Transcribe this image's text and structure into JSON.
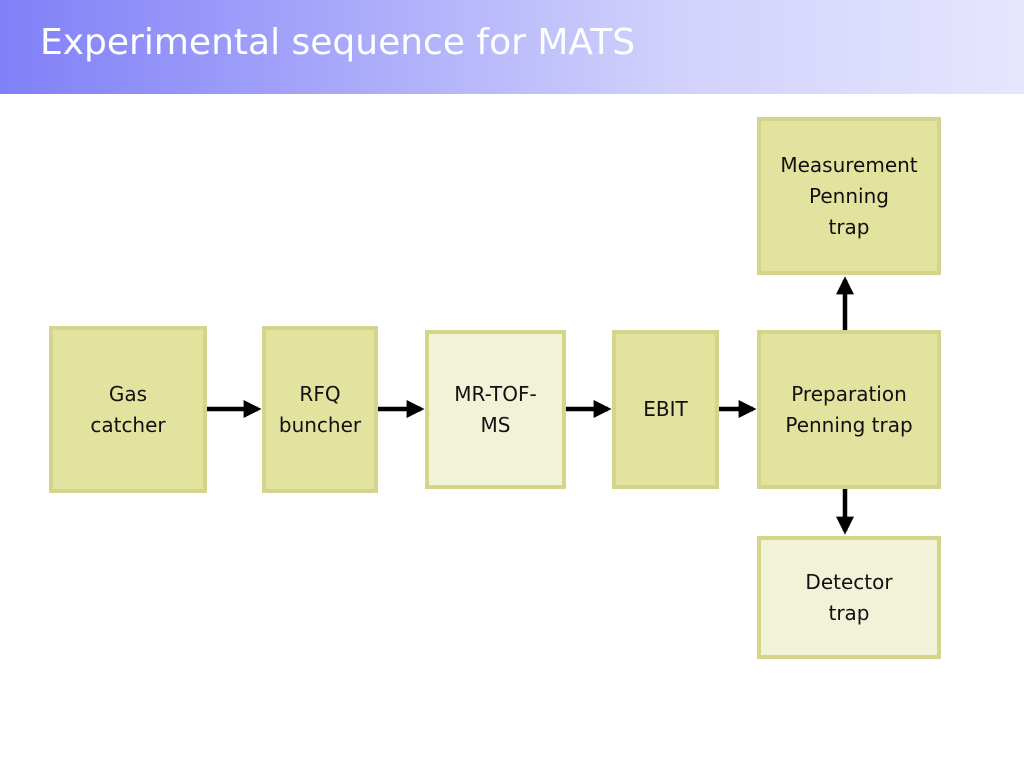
{
  "slide": {
    "title": "Experimental sequence for MATS"
  },
  "diagram": {
    "nodes": {
      "gas_catcher": "Gas\ncatcher",
      "rfq_buncher": "RFQ\nbuncher",
      "mr_tof_ms": "MR-TOF-\nMS",
      "ebit": "EBIT",
      "preparation_penning_trap": "Preparation\nPenning trap",
      "measurement_penning_trap": "Measurement\nPenning\ntrap",
      "detector_trap": "Detector\ntrap"
    },
    "node_fill": {
      "normal": "#e3e3a0",
      "highlighted": "#f2f2d8",
      "border": "#d4d48a"
    },
    "edges": [
      {
        "from": "Gas catcher",
        "to": "RFQ buncher"
      },
      {
        "from": "RFQ buncher",
        "to": "MR-TOF-MS"
      },
      {
        "from": "MR-TOF-MS",
        "to": "EBIT"
      },
      {
        "from": "EBIT",
        "to": "Preparation Penning trap"
      },
      {
        "from": "Preparation Penning trap",
        "to": "Measurement Penning trap"
      },
      {
        "from": "Preparation Penning trap",
        "to": "Detector trap"
      }
    ]
  }
}
